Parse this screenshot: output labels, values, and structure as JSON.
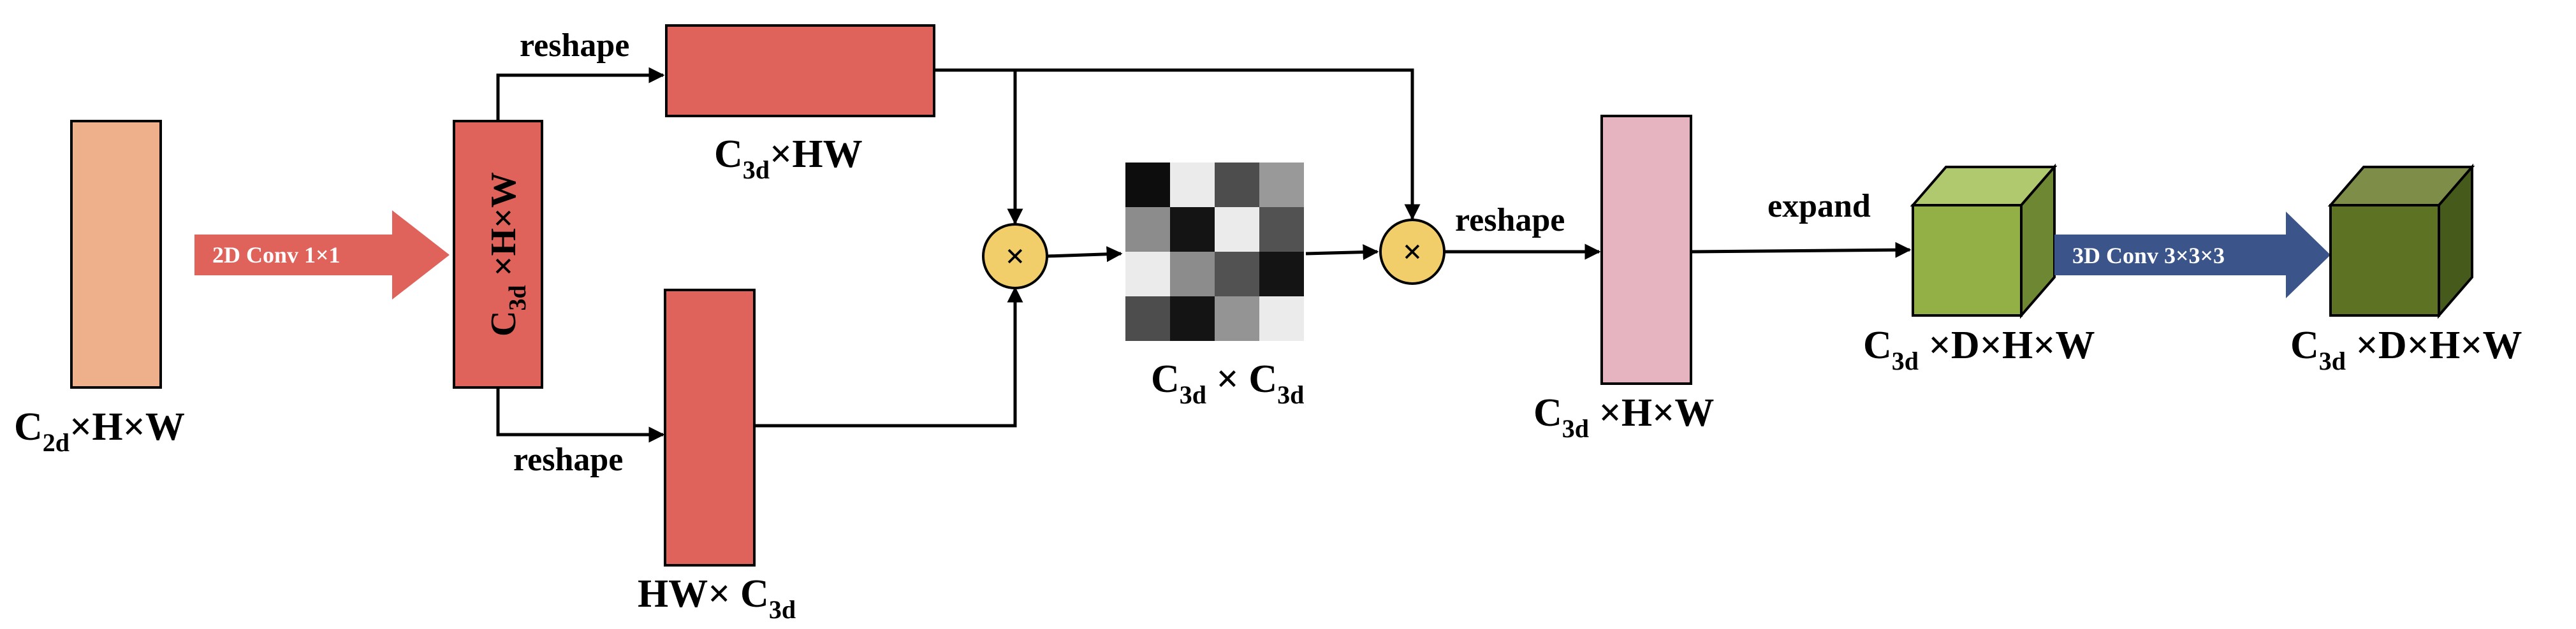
{
  "labels": {
    "input": {
      "base": "C",
      "sub": "2d",
      "rest": "×H×W"
    },
    "conv2d_feature": {
      "base": "C",
      "sub": "3d",
      "rest": " ×H×W"
    },
    "top_feature": {
      "base": "C",
      "sub": "3d",
      "rest": "×HW"
    },
    "bottom_feature": {
      "pre": "HW× C",
      "sub": "3d"
    },
    "affinity": {
      "base": "C",
      "sub1": "3d",
      "mid": " × C",
      "sub2": "3d"
    },
    "reshaped": {
      "base": "C",
      "sub": "3d",
      "rest": " ×H×W"
    },
    "expanded": {
      "base": "C",
      "sub": "3d",
      "rest": " ×D×H×W"
    },
    "output": {
      "base": "C",
      "sub": "3d",
      "rest": " ×D×H×W"
    }
  },
  "edges": {
    "reshape_top": "reshape",
    "reshape_bottom": "reshape",
    "reshape_after": "reshape",
    "expand": "expand"
  },
  "operations": {
    "conv2d": "2D Conv 1×1",
    "conv3d": "3D Conv 3×3×3",
    "multiply_symbol": "×"
  },
  "affinity_matrix_gray_levels": [
    [
      0.05,
      0.92,
      0.3,
      0.6
    ],
    [
      0.55,
      0.08,
      0.92,
      0.32
    ],
    [
      0.92,
      0.55,
      0.32,
      0.08
    ],
    [
      0.3,
      0.08,
      0.58,
      0.92
    ]
  ],
  "colors": {
    "input_block": "#EDB08B",
    "red_block": "#E0635B",
    "pink_block": "#E6B4C0",
    "multiply_node": "#F2CE6A",
    "green_cube_front": "#93B047",
    "green_cube_top": "#B1C96E",
    "green_cube_side": "#6E8733",
    "dark_cube_front": "#5E7224",
    "dark_cube_top": "#7E8E48",
    "dark_cube_side": "#465A1B",
    "conv2d_arrow": "#E0635B",
    "conv3d_arrow": "#3B558A"
  }
}
